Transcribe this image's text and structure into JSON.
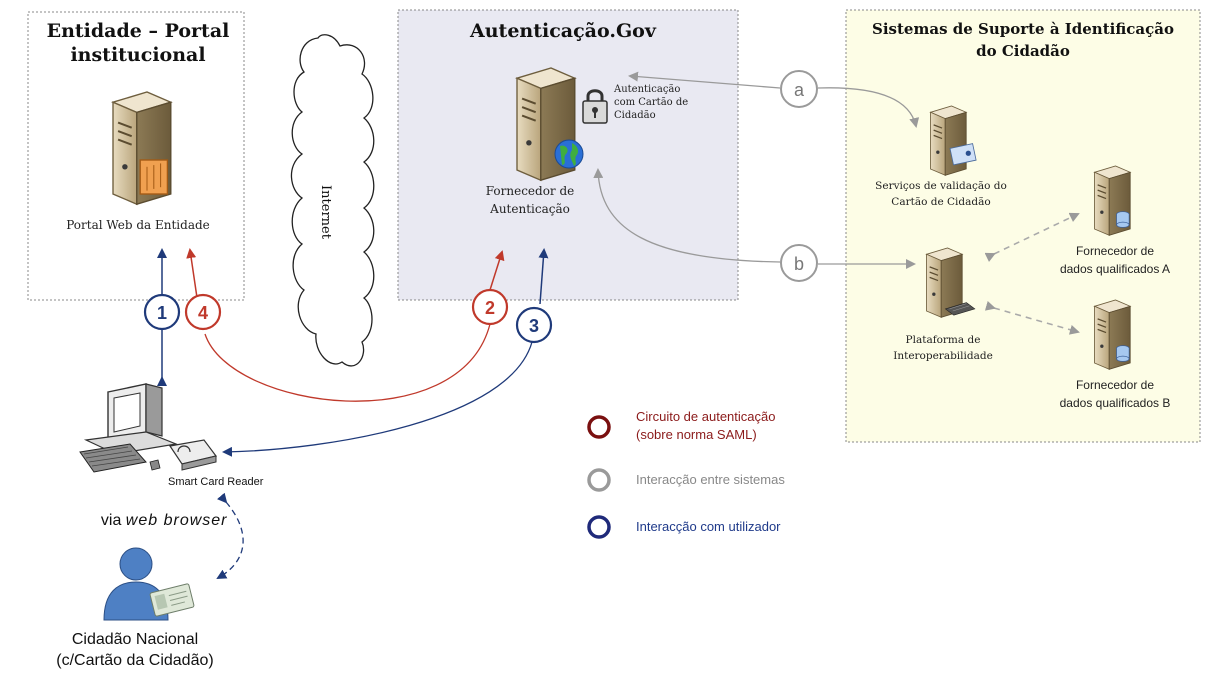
{
  "entity": {
    "title_line1": "Entidade – Portal",
    "title_line2": "institucional",
    "server_label": "Portal Web da Entidade"
  },
  "internet": {
    "label": "Internet"
  },
  "autenticacao": {
    "title": "Autenticação.Gov",
    "badge_line1": "Autenticação",
    "badge_line2": "com Cartão de",
    "badge_line3": "Cidadão",
    "server_line1": "Fornecedor de",
    "server_line2": "Autenticação"
  },
  "support": {
    "title_line1": "Sistemas de Suporte à Identificação",
    "title_line2": "do Cidadão",
    "validation_line1": "Serviços de validação do",
    "validation_line2": "Cartão de Cidadão",
    "platform_line1": "Plataforma de",
    "platform_line2": "Interoperabilidade",
    "provider_a_line1": "Fornecedor de",
    "provider_a_line2": "dados qualificados A",
    "provider_b_line1": "Fornecedor de",
    "provider_b_line2": "dados qualificados B"
  },
  "steps": {
    "s1": "1",
    "s2": "2",
    "s3": "3",
    "s4": "4",
    "sa": "a",
    "sb": "b"
  },
  "user": {
    "reader_label": "Smart Card Reader",
    "browser_prefix": "via ",
    "browser_em": "web browser",
    "citizen_line1": "Cidadão Nacional",
    "citizen_line2": "(c/Cartão da Cidadão)"
  },
  "legend": {
    "item1_line1": "Circuito de autenticação",
    "item1_line2": "(sobre norma SAML)",
    "item2": "Interacção entre sistemas",
    "item3": "Interacção com utilizador"
  },
  "colors": {
    "red": "#c0392b",
    "blue": "#1f3a7a",
    "gray": "#9a9a9a",
    "legend_red_text": "#8b1a1a",
    "legend_blue_text": "#1f3a8a",
    "legend_gray_text": "#888888",
    "auth_bg": "#e9e9f2",
    "support_bg": "#fdfde6"
  }
}
